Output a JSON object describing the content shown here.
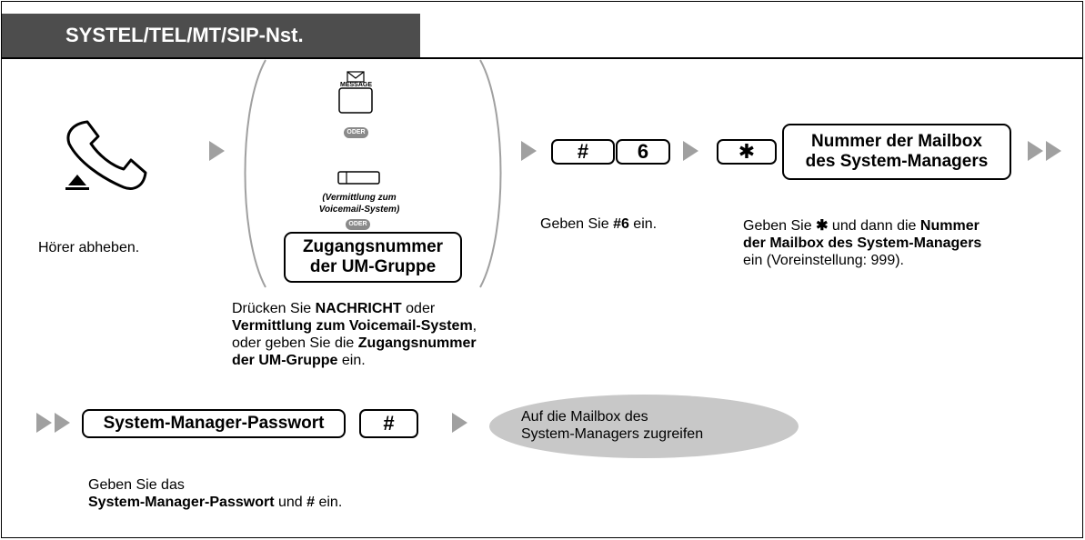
{
  "header": {
    "title": "SYSTEL/TEL/MT/SIP-Nst."
  },
  "step1": {
    "caption": "Hörer abheben."
  },
  "step2": {
    "message_key_label": "MESSAGE",
    "oder_1": "ODER",
    "transfer_key_caption_line1": "(Vermittlung zum",
    "transfer_key_caption_line2": "Voicemail-System)",
    "oder_2": "ODER",
    "access_box_line1": "Zugangsnummer",
    "access_box_line2": "der UM-Gruppe",
    "desc": {
      "p1": "Drücken Sie ",
      "b1": "NACHRICHT",
      "p2": " oder",
      "b2": "Vermittlung zum Voicemail-System",
      "p3": ",",
      "p4": "oder geben Sie die ",
      "b3": "Zugangsnummer",
      "b4": "der UM-Gruppe",
      "p5": " ein."
    }
  },
  "step3": {
    "key_hash": "#",
    "key_six": "6",
    "desc_prefix": "Geben Sie ",
    "desc_bold": "#6",
    "desc_suffix": " ein."
  },
  "step4": {
    "key_star": "✱",
    "box_line1": "Nummer der Mailbox",
    "box_line2": "des System-Managers",
    "desc": {
      "p1": "Geben Sie ",
      "star": "✱",
      "p2": "und dann die ",
      "b1": "Nummer",
      "b2": "der Mailbox des System-Managers",
      "p3": "ein (Voreinstellung: 999)."
    }
  },
  "step5": {
    "password_box": "System-Manager-Passwort",
    "key_hash": "#",
    "result_line1": "Auf die Mailbox des",
    "result_line2": "System-Managers zugreifen",
    "desc": {
      "p1": "Geben Sie das",
      "b1": "System-Manager-Passwort",
      "p2": " und ",
      "b2": "#",
      "p3": " ein."
    }
  },
  "icons": [
    "handset-off-hook-icon",
    "envelope-icon",
    "arrow-right-icon",
    "double-arrow-right-icon"
  ]
}
